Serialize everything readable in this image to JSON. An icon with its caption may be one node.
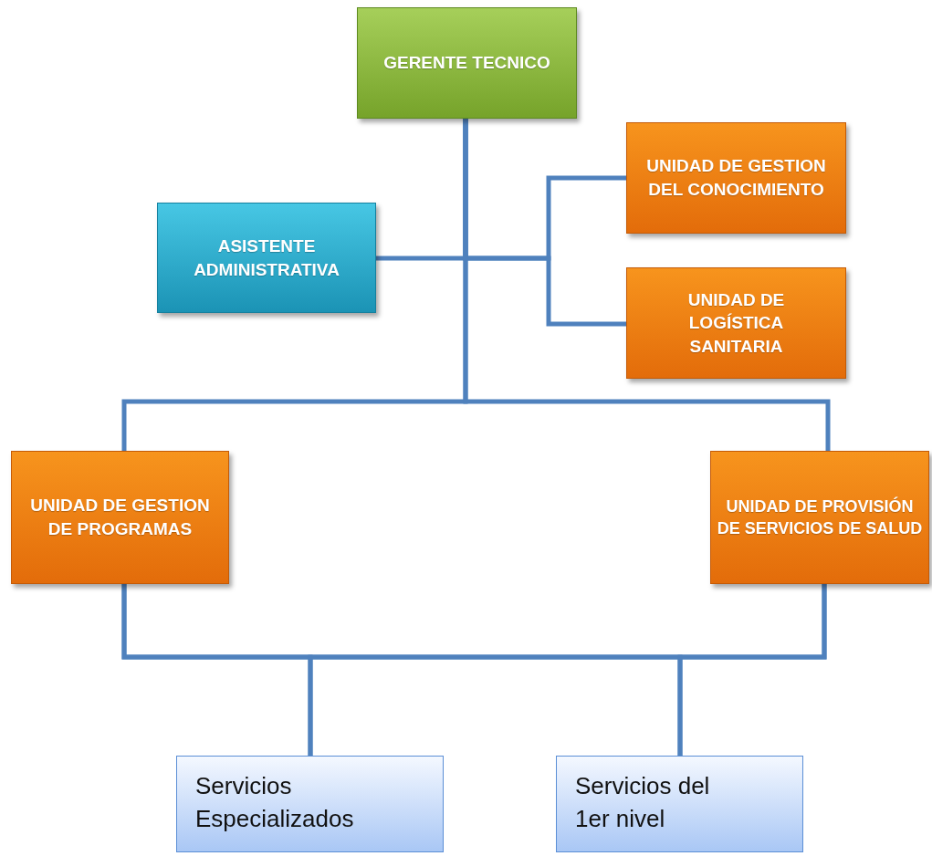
{
  "diagram": {
    "nodes": [
      {
        "text": [
          "GERENTE TECNICO"
        ]
      },
      {
        "text": [
          "ASISTENTE ADMINISTRATIVA"
        ]
      },
      {
        "text": [
          "UNIDAD DE GESTION DEL CONOCIMIENTO"
        ]
      },
      {
        "text": [
          "UNIDAD DE LOGÍSTICA SANITARIA"
        ]
      },
      {
        "text": [
          "UNIDAD DE GESTION DE PROGRAMAS"
        ]
      },
      {
        "text": [
          "UNIDAD DE PROVISIÓN DE SERVICIOS DE SALUD"
        ]
      },
      {
        "text": [
          "Servicios Especializados"
        ]
      },
      {
        "text": [
          "Servicios del 1er nivel"
        ]
      }
    ],
    "edges": [
      {
        "from": 0,
        "to": 1,
        "arrow": "none"
      },
      {
        "from": 0,
        "to": 2,
        "arrow": "none"
      },
      {
        "from": 0,
        "to": 3,
        "arrow": "none"
      },
      {
        "from": 0,
        "to": 4,
        "arrow": "none"
      },
      {
        "from": 0,
        "to": 5,
        "arrow": "none"
      },
      {
        "from": 4,
        "to": 6,
        "arrow": "none"
      },
      {
        "from": 4,
        "to": 7,
        "arrow": "none"
      },
      {
        "from": 5,
        "to": 6,
        "arrow": "none"
      },
      {
        "from": 5,
        "to": 7,
        "arrow": "none"
      }
    ]
  }
}
